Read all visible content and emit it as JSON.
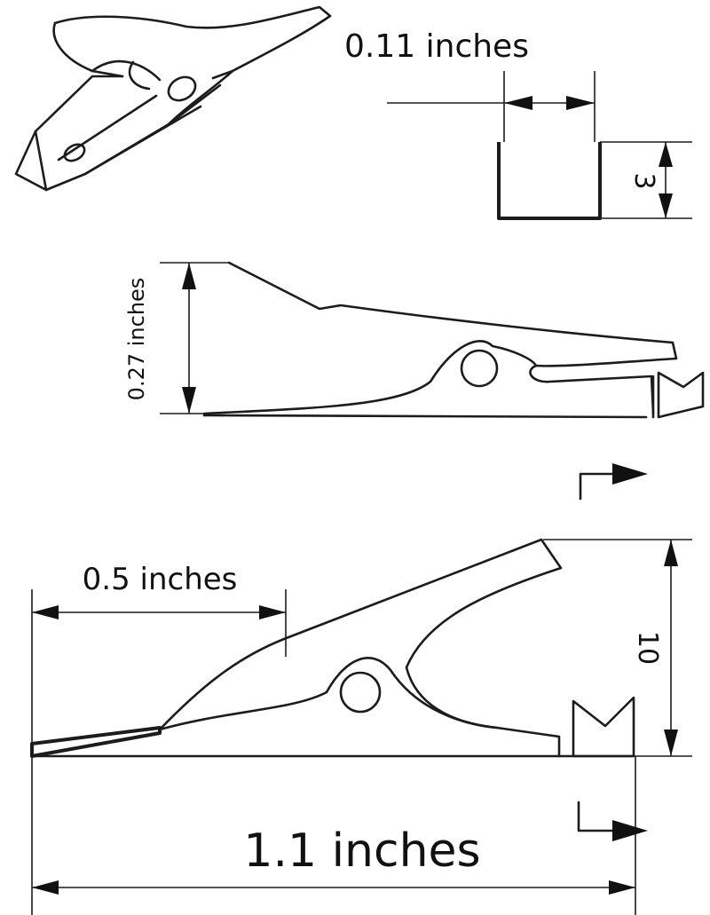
{
  "dimensions": {
    "jaw_width": "0.11 inches",
    "jaw_depth": "3",
    "side_height": "0.27 inches",
    "lever_length": "0.5 inches",
    "total_height": "10",
    "total_length": "1.1 inches"
  },
  "colors": {
    "ink": "#1c1c1c",
    "background": "#ffffff"
  }
}
